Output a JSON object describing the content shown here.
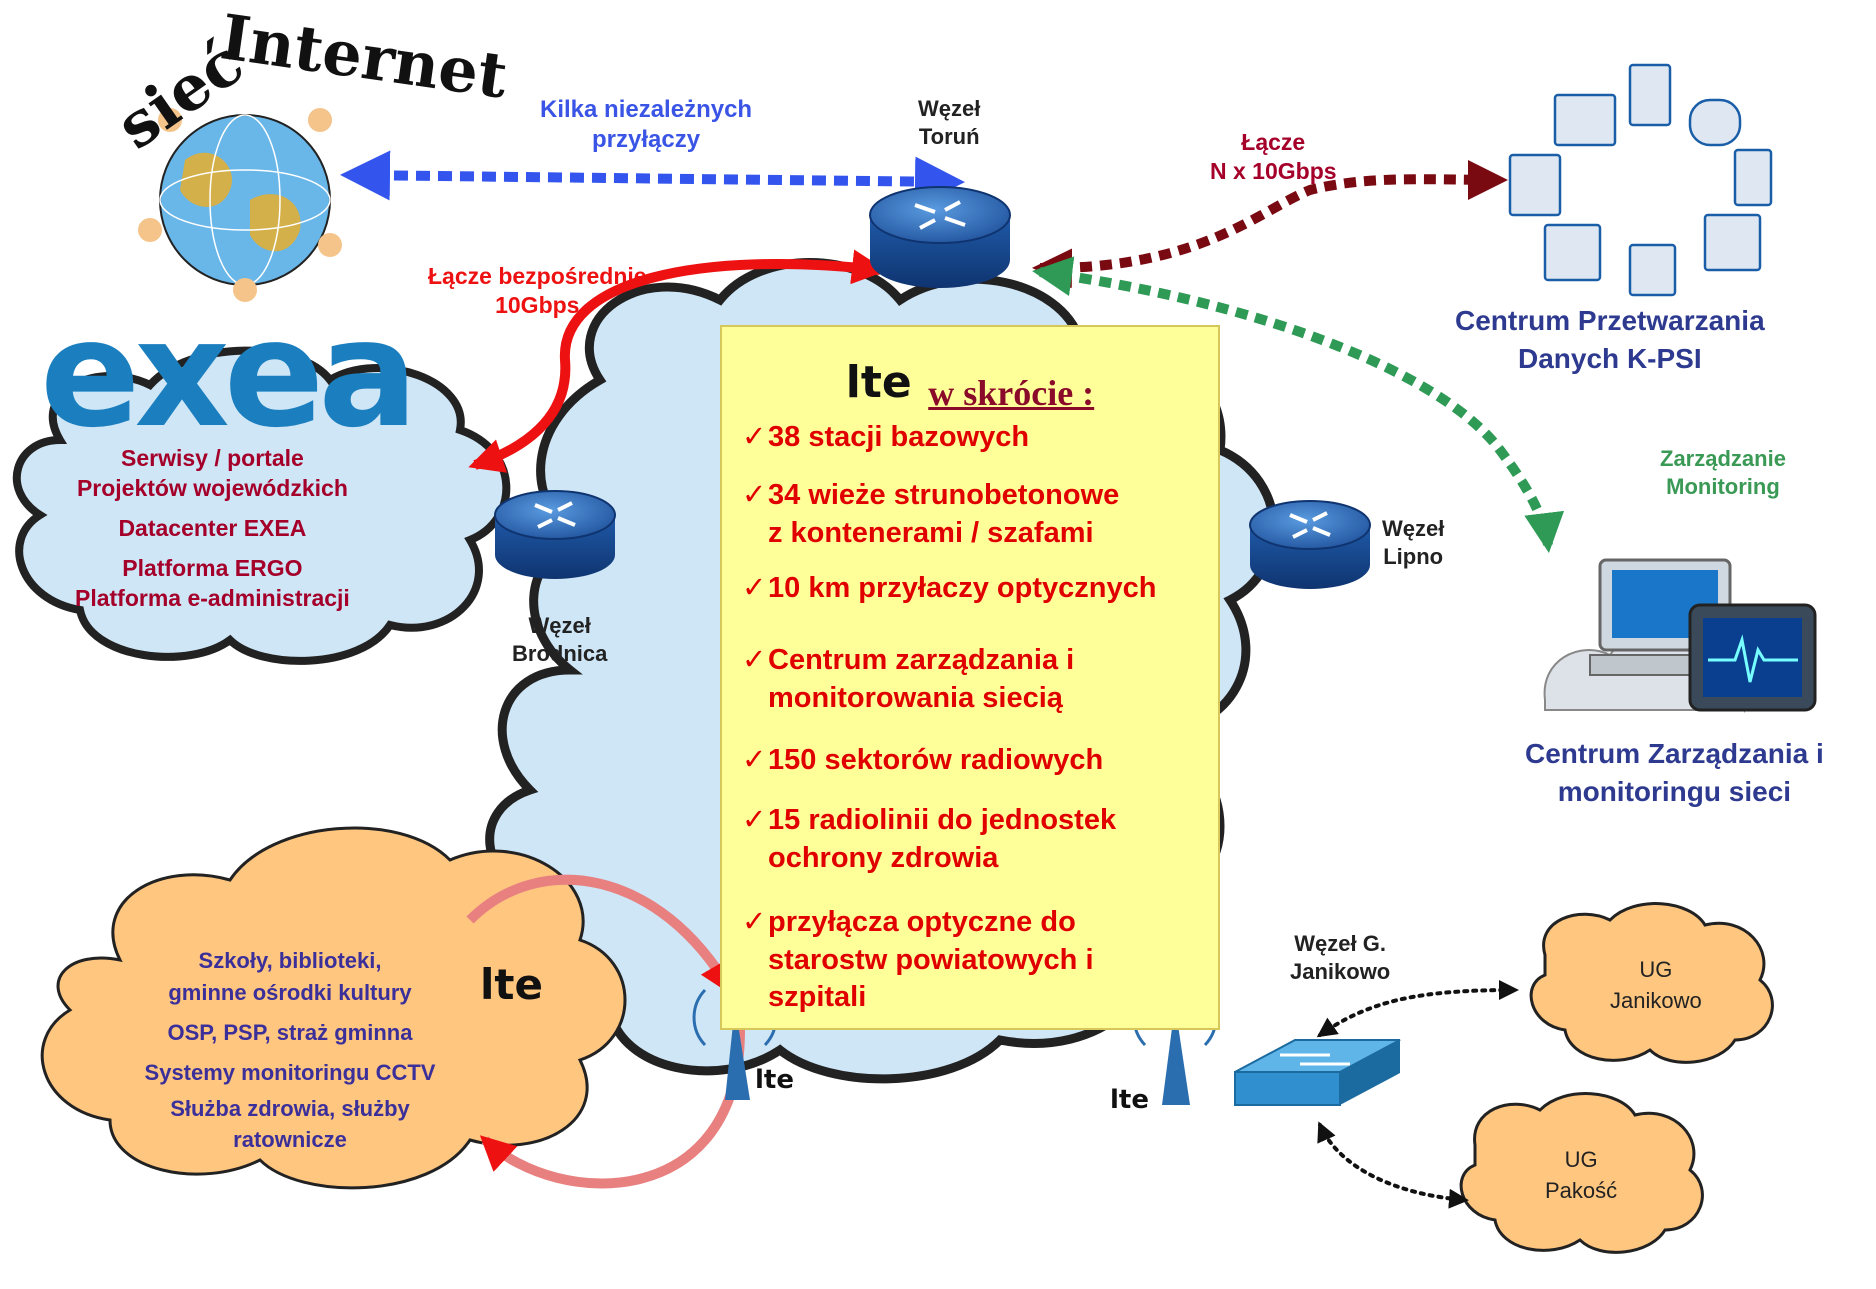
{
  "internet": {
    "title_part1": "sieć",
    "title_part2": "Internet"
  },
  "links": {
    "independent": [
      "Kilka niezależnych",
      "przyłączy"
    ],
    "direct": [
      "Łącze bezpośrednie",
      "10Gbps"
    ],
    "nx10": [
      "Łącze",
      "N x 10Gbps"
    ],
    "management": [
      "Zarządzanie",
      "Monitoring"
    ]
  },
  "nodes": {
    "torun": [
      "Węzeł",
      "Toruń"
    ],
    "brodnica": [
      "Węzeł",
      "Brodnica"
    ],
    "lipno": [
      "Węzeł",
      "Lipno"
    ],
    "janikowo": [
      "Węzeł G.",
      "Janikowo"
    ]
  },
  "exea": {
    "logo": "exea",
    "services": [
      "Serwisy / portale",
      "Projektów wojewódzkich",
      "Datacenter EXEA",
      "Platforma ERGO",
      "Platforma e-administracji"
    ]
  },
  "datacenter": {
    "title": [
      "Centrum Przetwarzania",
      "Danych K-PSI"
    ]
  },
  "monitoring_center": {
    "title": [
      "Centrum Zarządzania i",
      "monitoringu sieci"
    ]
  },
  "summary": {
    "logo": "lte",
    "heading": "w skrócie :",
    "check": "✓",
    "items": [
      "38 stacji bazowych",
      "34 wieże strunobetonowe\nz kontenerami / szafami",
      "10 km przyłaczy optycznych",
      "Centrum zarządzania i\nmonitorowania siecią",
      "150 sektorów radiowych",
      "15 radiolinii do jednostek\nochrony zdrowia",
      "przyłącza optyczne do\nstarostw powiatowych i\nszpitali"
    ]
  },
  "users": {
    "logo": "lte",
    "lines": [
      "Szkoły, biblioteki,",
      "gminne ośrodki kultury",
      "OSP, PSP, straż gminna",
      "Systemy  monitoringu CCTV",
      "Służba zdrowia, służby",
      "ratownicze"
    ]
  },
  "ug": {
    "janikowo": [
      "UG",
      "Janikowo"
    ],
    "pakosc": [
      "UG",
      "Pakość"
    ]
  },
  "antenna_logo": "lte",
  "colors": {
    "cloud": "#cfe6f7",
    "orange_cloud": "#ffc680",
    "router": "#2f6db5",
    "internet_link": "#3355ee",
    "direct_link": "#ee1111",
    "nx_link": "#7a0a12",
    "mgmt_link": "#2e9a55",
    "summary_bg": "#ffff99"
  }
}
